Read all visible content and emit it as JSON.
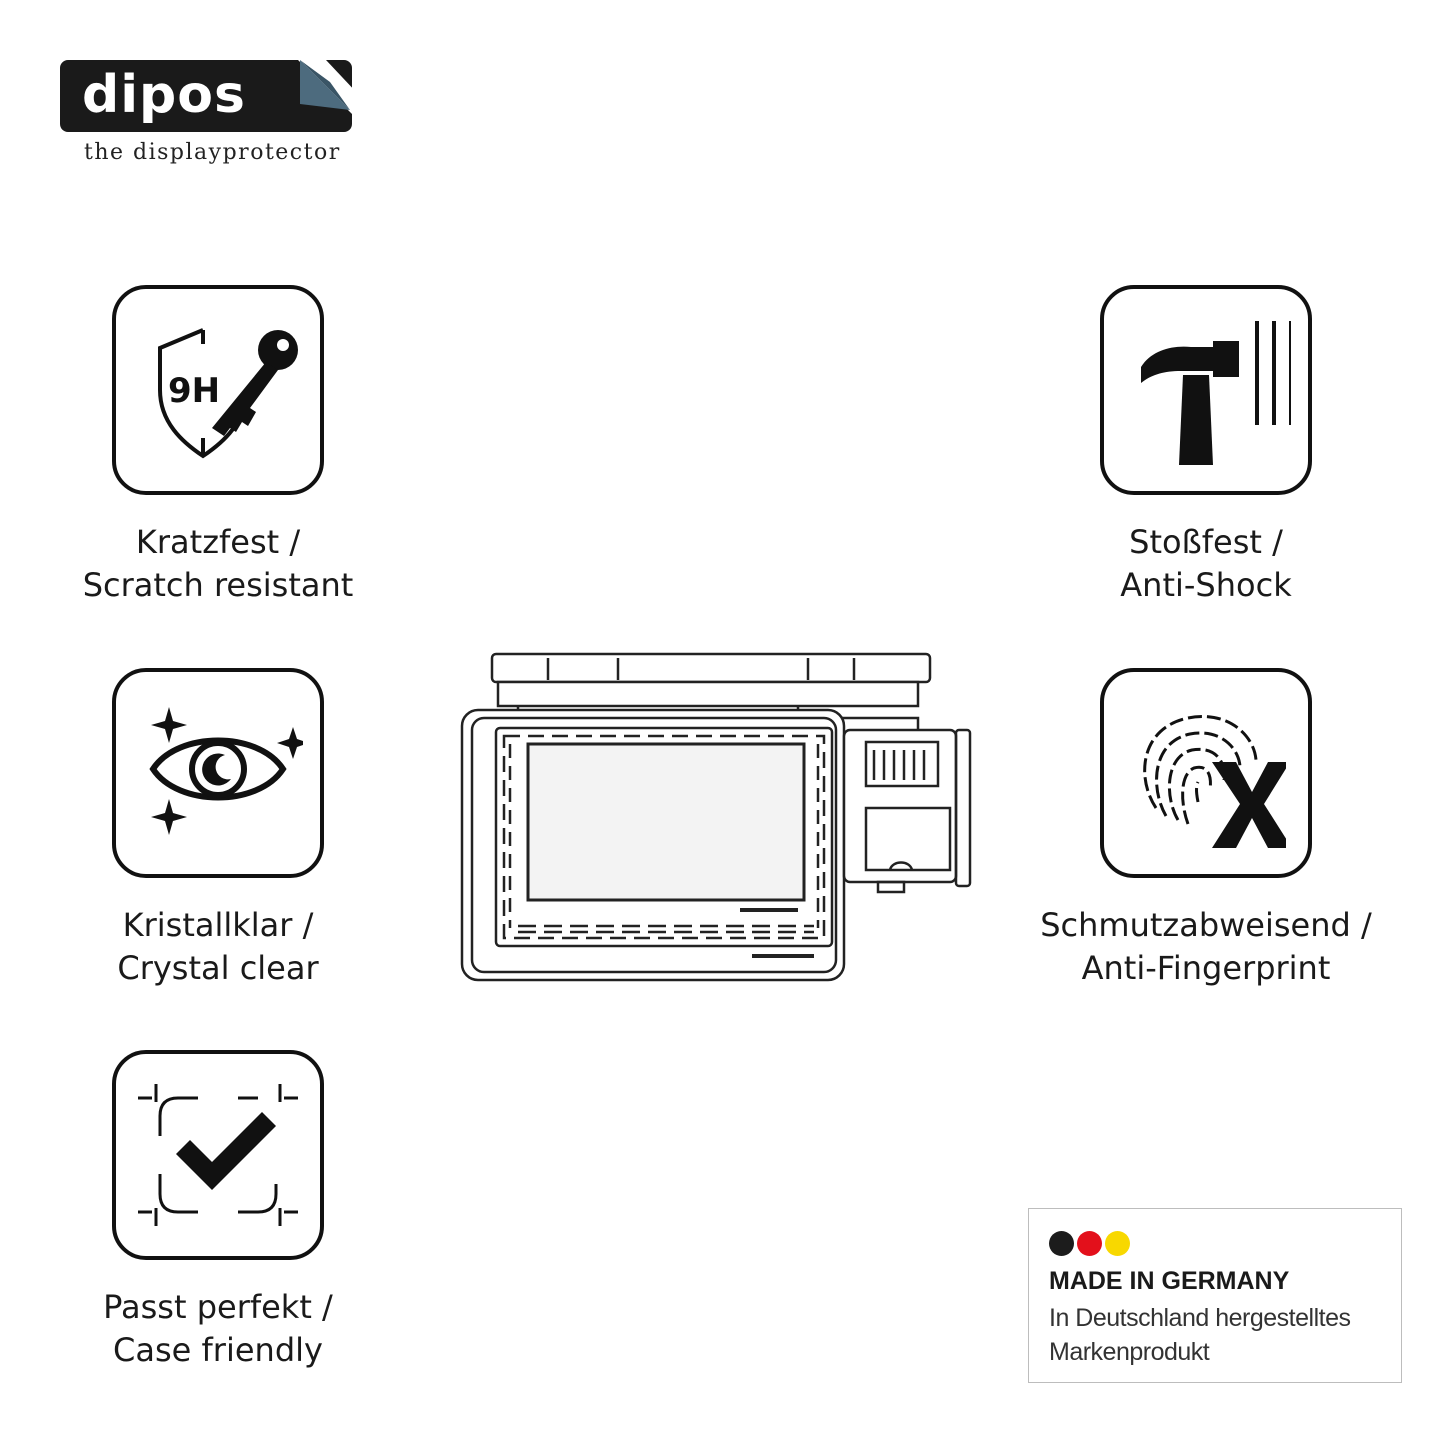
{
  "brand": {
    "name": "dipos",
    "tagline": "the displayprotector"
  },
  "features": [
    {
      "icon": "shield-key-9h-icon",
      "badge": "9H",
      "line1": "Kratzfest /",
      "line2": "Scratch resistant"
    },
    {
      "icon": "hammer-icon",
      "line1": "Stoßfest /",
      "line2": "Anti-Shock"
    },
    {
      "icon": "eye-sparkle-icon",
      "line1": "Kristallklar /",
      "line2": "Crystal clear"
    },
    {
      "icon": "fingerprint-x-icon",
      "line1": "Schmutzabweisend /",
      "line2": "Anti-Fingerprint"
    },
    {
      "icon": "checkmark-frame-icon",
      "line1": "Passt perfekt /",
      "line2": "Case friendly"
    }
  ],
  "made_in": {
    "title": "MADE IN GERMANY",
    "line1": "In Deutschland hergestelltes",
    "line2": "Markenprodukt",
    "flag_colors": [
      "#1c1c1c",
      "#e3101b",
      "#f8d800"
    ]
  },
  "colors": {
    "logo_bg": "#1a1a1a",
    "logo_corner": "#4d6b7e",
    "text": "#1a1a1a"
  }
}
